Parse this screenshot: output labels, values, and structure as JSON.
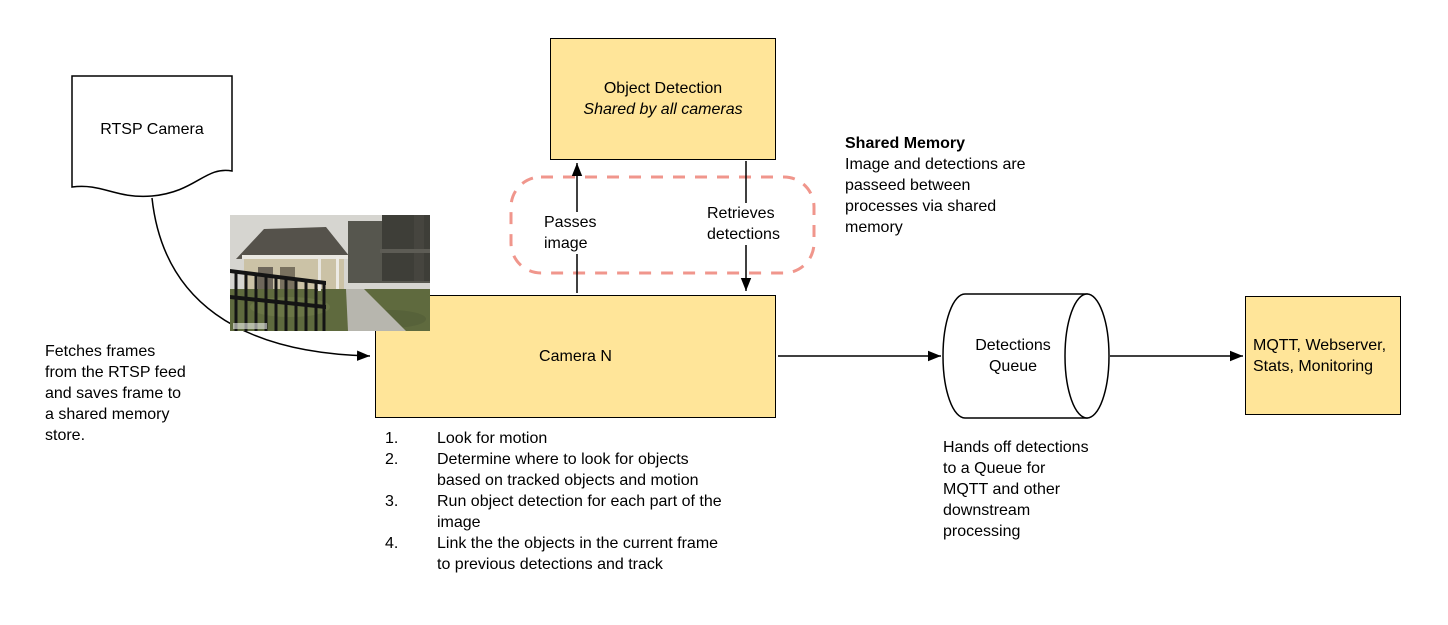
{
  "colors": {
    "node-fill": "#FFE599",
    "node-stroke": "#000000",
    "shared-memory-stroke": "#F0968C"
  },
  "nodes": {
    "rtsp_camera": {
      "label": "RTSP Camera"
    },
    "object_detection": {
      "title": "Object Detection",
      "subtitle": "Shared by all cameras"
    },
    "camera_n": {
      "label": "Camera N"
    },
    "detections_queue": {
      "label": "Detections Queue"
    },
    "outputs": {
      "label": "MQTT, Webserver, Stats, Monitoring"
    }
  },
  "edge_labels": {
    "passes_image": "Passes image",
    "retrieves_detections": "Retrieves detections"
  },
  "annotations": {
    "shared_memory_title": "Shared Memory",
    "shared_memory_body": "Image and detections are passeed between processes via shared memory",
    "rtsp_note": "Fetches frames from the RTSP feed and saves frame to a shared memory store.",
    "queue_note": "Hands off detections to a Queue for MQTT and other downstream processing"
  },
  "camera_steps": [
    "Look for motion",
    "Determine where to look for objects based on tracked objects and motion",
    "Run object detection for each part of the image",
    "Link the the objects in the current frame to previous detections and track"
  ]
}
